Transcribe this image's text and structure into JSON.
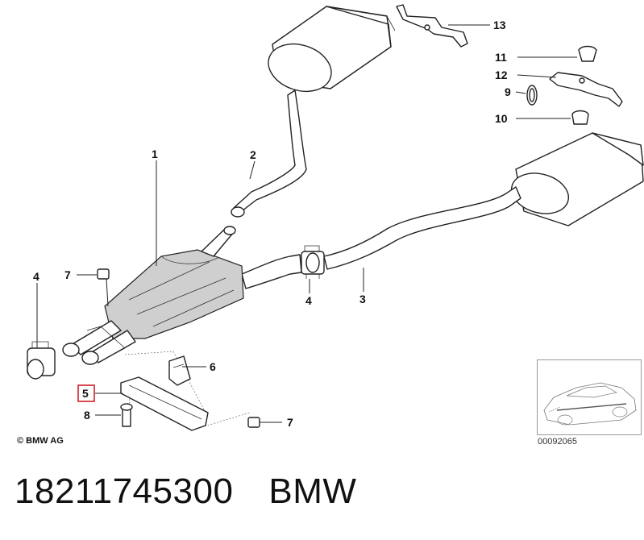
{
  "diagram": {
    "callouts": [
      {
        "id": "c13",
        "label": "13"
      },
      {
        "id": "c11",
        "label": "11"
      },
      {
        "id": "c12",
        "label": "12"
      },
      {
        "id": "c9",
        "label": "9"
      },
      {
        "id": "c10",
        "label": "10"
      },
      {
        "id": "c1",
        "label": "1"
      },
      {
        "id": "c2",
        "label": "2"
      },
      {
        "id": "c4a",
        "label": "4"
      },
      {
        "id": "c7a",
        "label": "7"
      },
      {
        "id": "c4b",
        "label": "4"
      },
      {
        "id": "c3",
        "label": "3"
      },
      {
        "id": "c6",
        "label": "6"
      },
      {
        "id": "c5",
        "label": "5",
        "highlighted": true
      },
      {
        "id": "c8",
        "label": "8"
      },
      {
        "id": "c7b",
        "label": "7"
      }
    ],
    "highlight_color": "#d0202a",
    "copyright": "© BMW AG",
    "ref_code": "00092065"
  },
  "footer": {
    "part_number": "18211745300",
    "brand": "BMW"
  }
}
